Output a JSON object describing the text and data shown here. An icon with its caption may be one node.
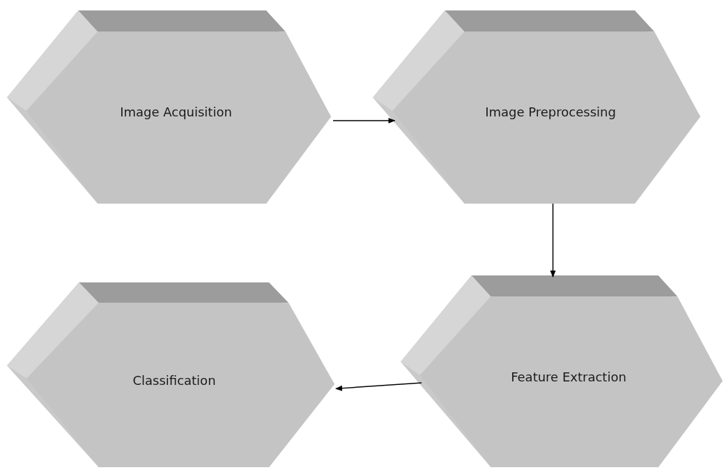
{
  "diagram": {
    "nodes": [
      {
        "text": [
          "Image Acquisition"
        ]
      },
      {
        "text": [
          "Image Preprocessing"
        ]
      },
      {
        "text": [
          "Feature Extraction"
        ]
      },
      {
        "text": [
          "Classification"
        ]
      }
    ],
    "edges": [
      {
        "from": 0,
        "to": 1,
        "arrow": "to"
      },
      {
        "from": 1,
        "to": 2,
        "arrow": "to"
      },
      {
        "from": 2,
        "to": 3,
        "arrow": "to"
      }
    ]
  }
}
